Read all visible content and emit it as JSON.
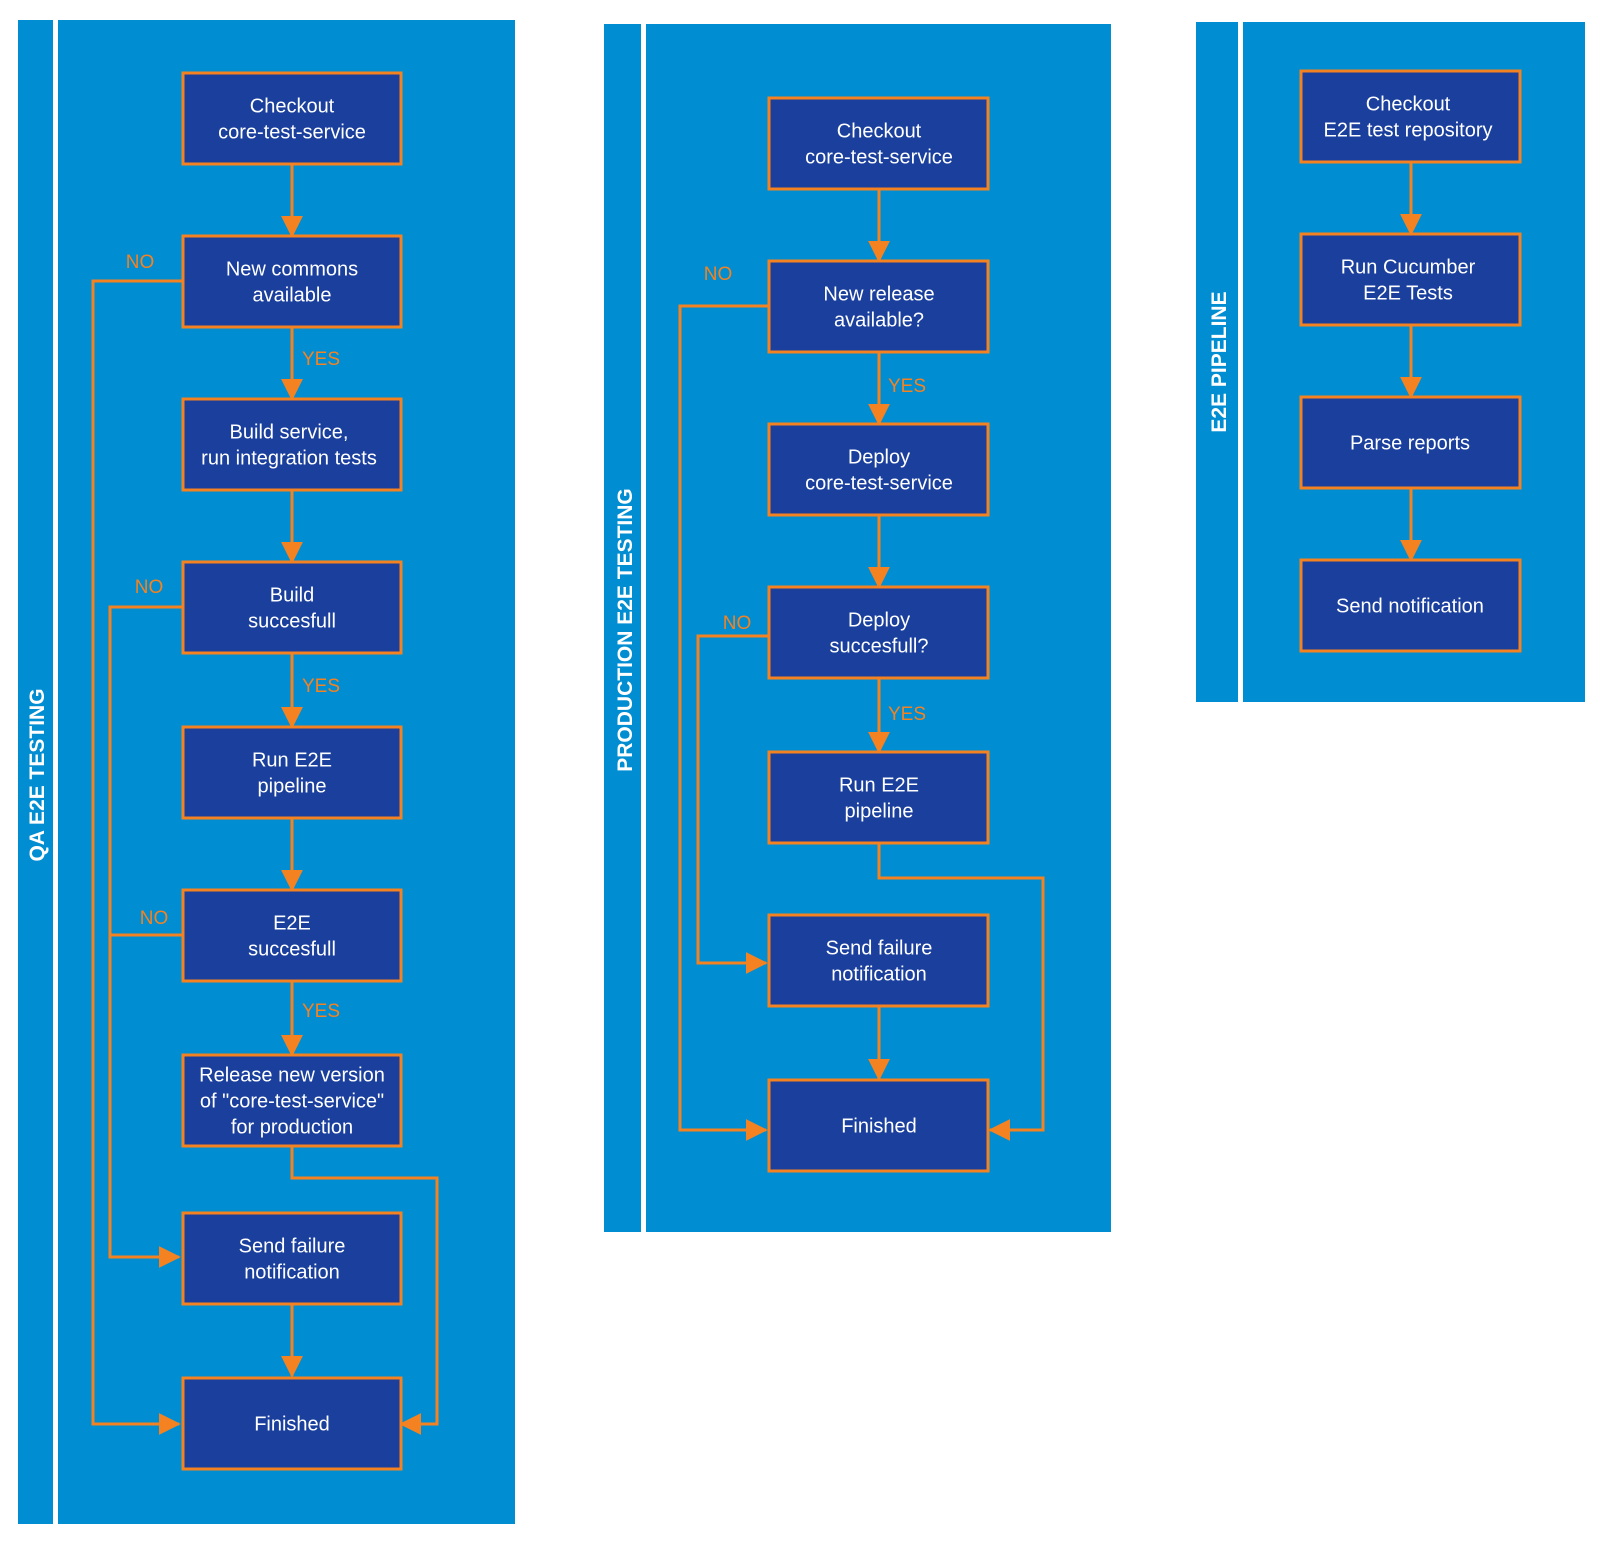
{
  "lanes": {
    "qa": {
      "title": "QA E2E TESTING"
    },
    "prod": {
      "title": "PRODUCTION E2E TESTING"
    },
    "pipe": {
      "title": "E2E PIPELINE"
    }
  },
  "nodes": {
    "qa_checkout": [
      "Checkout",
      "core-test-service"
    ],
    "qa_commons": [
      "New commons",
      "available"
    ],
    "qa_build": [
      "Build service,",
      "run integration tests"
    ],
    "qa_build_ok": [
      "Build",
      "succesfull"
    ],
    "qa_run_e2e": [
      "Run E2E",
      "pipeline"
    ],
    "qa_e2e_ok": [
      "E2E",
      "succesfull"
    ],
    "qa_release": [
      "Release new version",
      "of \"core-test-service\"",
      "for production"
    ],
    "qa_fail": [
      "Send failure",
      "notification"
    ],
    "qa_finished": [
      "Finished"
    ],
    "pr_checkout": [
      "Checkout",
      "core-test-service"
    ],
    "pr_release": [
      "New release",
      "available?"
    ],
    "pr_deploy": [
      "Deploy",
      "core-test-service"
    ],
    "pr_deploy_ok": [
      "Deploy",
      "succesfull?"
    ],
    "pr_run_e2e": [
      "Run E2E",
      "pipeline"
    ],
    "pr_fail": [
      "Send failure",
      "notification"
    ],
    "pr_finished": [
      "Finished"
    ],
    "pp_checkout": [
      "Checkout",
      "E2E test repository"
    ],
    "pp_cucumber": [
      "Run Cucumber",
      "E2E Tests"
    ],
    "pp_parse": [
      "Parse reports"
    ],
    "pp_notify": [
      "Send notification"
    ]
  },
  "edge_labels": {
    "yes": "YES",
    "no": "NO"
  },
  "colors": {
    "lane": "#008dd2",
    "node_fill": "#1a3f9c",
    "accent": "#f58220",
    "text": "#ffffff"
  }
}
